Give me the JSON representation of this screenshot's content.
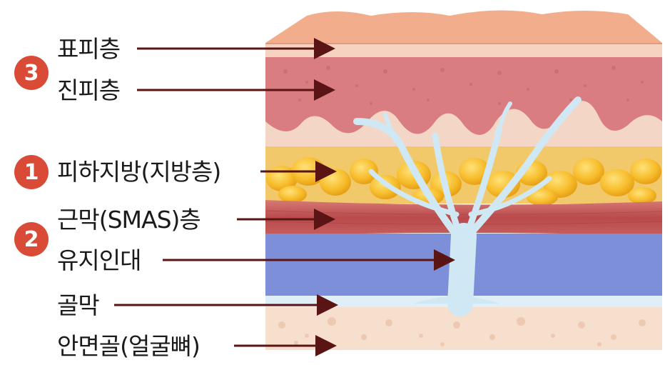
{
  "badges": [
    "3",
    "1",
    "2"
  ],
  "layers": {
    "epidermis": "표피층",
    "dermis": "진피층",
    "subcutaneous_fat": "피하지방(지방층)",
    "smas": "근막(SMAS)층",
    "retaining_ligament": "유지인대",
    "periosteum": "골막",
    "facial_bone": "안면골(얼굴뼈)"
  },
  "colors": {
    "arrow": "#5a1414",
    "badge": "#d94b36",
    "epidermis": "#f0a988",
    "dermis": "#d87a7c",
    "fat": "#f4b92b",
    "smas": "#c35a5a",
    "ligament_space": "#7d8fd8",
    "ligament": "#cfe8f4",
    "bone": "#f6dfcc"
  }
}
